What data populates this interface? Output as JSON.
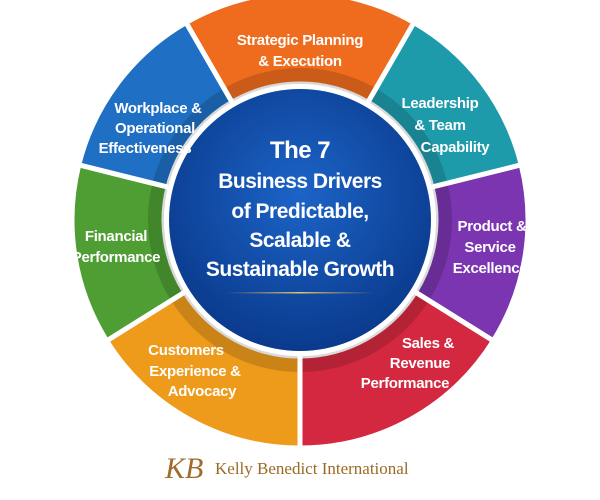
{
  "center": {
    "lines": [
      "The 7",
      "Business Drivers",
      "of Predictable,",
      "Scalable &",
      "Sustainable Growth"
    ],
    "color": "#0d47a1"
  },
  "segments": [
    {
      "id": "strategic",
      "lines": [
        "Strategic Planning",
        "& Execution"
      ],
      "color": "#ef6c1e",
      "start": 240,
      "end": 300
    },
    {
      "id": "leadership",
      "lines": [
        "Leadership",
        "& Team",
        "Capability"
      ],
      "color": "#1e9bab",
      "start": 300,
      "end": 346
    },
    {
      "id": "product",
      "lines": [
        "Product &",
        "Service",
        "Excellence"
      ],
      "color": "#7b35b0",
      "start": 346,
      "end": 392
    },
    {
      "id": "sales",
      "lines": [
        "Sales &",
        "Revenue",
        "Performance"
      ],
      "color": "#d3283f",
      "start": 32,
      "end": 90
    },
    {
      "id": "customers",
      "lines": [
        "Customers",
        "Experience &",
        "Advocacy"
      ],
      "color": "#ee9a1a",
      "start": 90,
      "end": 148
    },
    {
      "id": "financial",
      "lines": [
        "Financial",
        "Performance"
      ],
      "color": "#4e9e33",
      "start": 148,
      "end": 194
    },
    {
      "id": "workplace",
      "lines": [
        "Workplace &",
        "Operational",
        "Effectiveness"
      ],
      "color": "#1f6fc4",
      "start": 194,
      "end": 240
    }
  ],
  "footer": {
    "monogram": "KB",
    "company": "Kelly Benedict International"
  }
}
